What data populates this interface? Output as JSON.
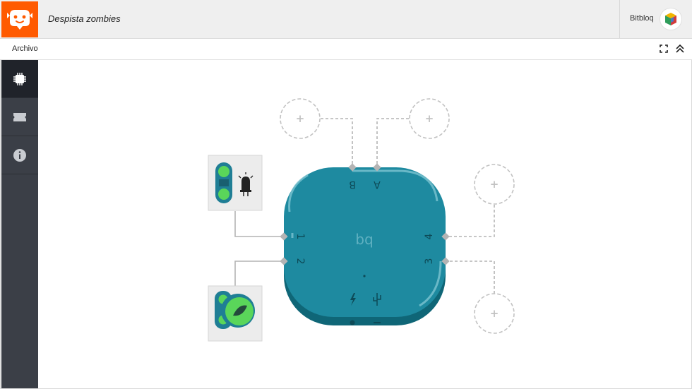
{
  "app": {
    "project_title": "Despista zombies",
    "user_name": "Bitbloq"
  },
  "menubar": {
    "file_menu": "Archivo"
  },
  "board": {
    "logo_text": "bq",
    "port_labels": {
      "p1": "1",
      "p2": "2",
      "p3": "3",
      "p4": "4",
      "pA": "A",
      "pB": "B"
    },
    "empty_slot_symbol": "+"
  },
  "colors": {
    "accent": "#ff5a00",
    "sidebar": "#3b3f47",
    "board": "#1e8aa0",
    "component_green": "#5ad65a"
  },
  "icons": [
    "robot-logo-icon",
    "fullscreen-icon",
    "collapse-icon",
    "hardware-chip-icon",
    "software-ticket-icon",
    "info-icon",
    "led-icon",
    "button-sensor-icon"
  ]
}
